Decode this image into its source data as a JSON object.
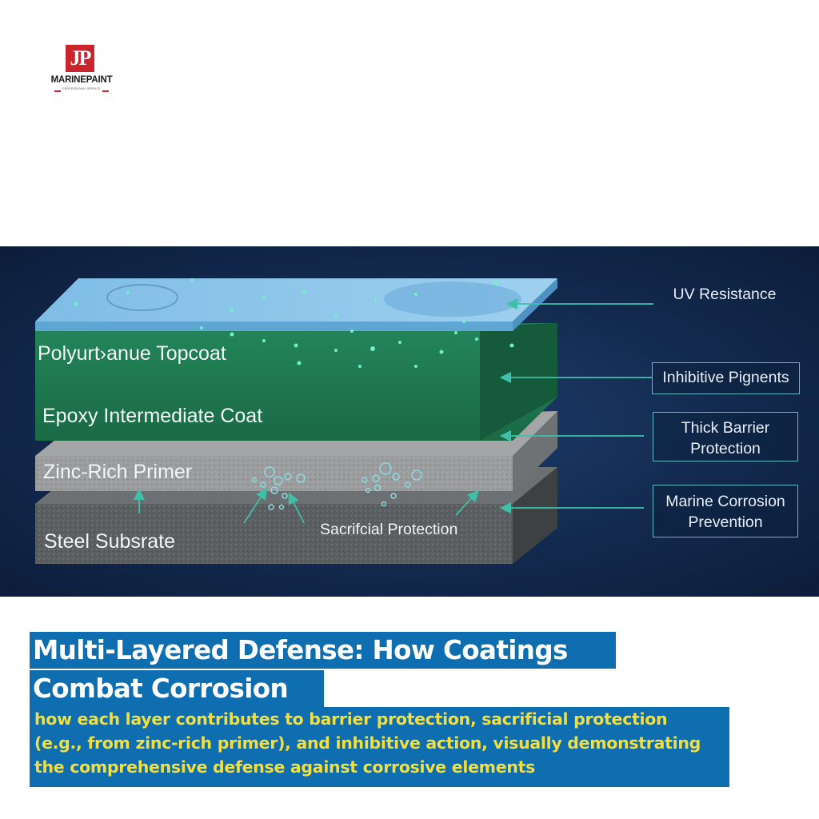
{
  "brand": {
    "logo_mark": "JP",
    "name": "MARINEPAINT",
    "tagline": "PROFESSIONAL SERVICE",
    "accent_color": "#c8262c"
  },
  "diagram": {
    "layers": [
      {
        "label": "Polyurt›anue Topcoat",
        "color": "#8cc6ea"
      },
      {
        "label": "Epoxy Intermediate Coat",
        "color": "#1f7a4f"
      },
      {
        "label": "Zinc-Rich Primer",
        "color": "#9a9c9e"
      },
      {
        "label": "Steel Subsrate",
        "color": "#5e6163"
      }
    ],
    "sacrificial_label": "Sacrifcial Protection",
    "callouts": [
      {
        "lines": [
          "UV Resistance"
        ]
      },
      {
        "lines": [
          "Inhibitive Pignents"
        ]
      },
      {
        "lines": [
          "Thick Barrier",
          "Protection"
        ]
      },
      {
        "lines": [
          "Marine Corrosion",
          "Prevention"
        ]
      }
    ],
    "background_color": "#132a4f",
    "callout_line_color": "#3fbfa8"
  },
  "heading": {
    "title_line1": "Multi-Layered Defense: How Coatings",
    "title_line2": "Combat Corrosion",
    "subtitle_lines": [
      "how each layer contributes to barrier protection, sacrificial protection",
      "(e.g., from zinc-rich primer), and inhibitive action, visually demonstrating",
      "the comprehensive defense against corrosive elements"
    ],
    "band_color": "#0f6eb0",
    "subtitle_color": "#f3de3c"
  }
}
